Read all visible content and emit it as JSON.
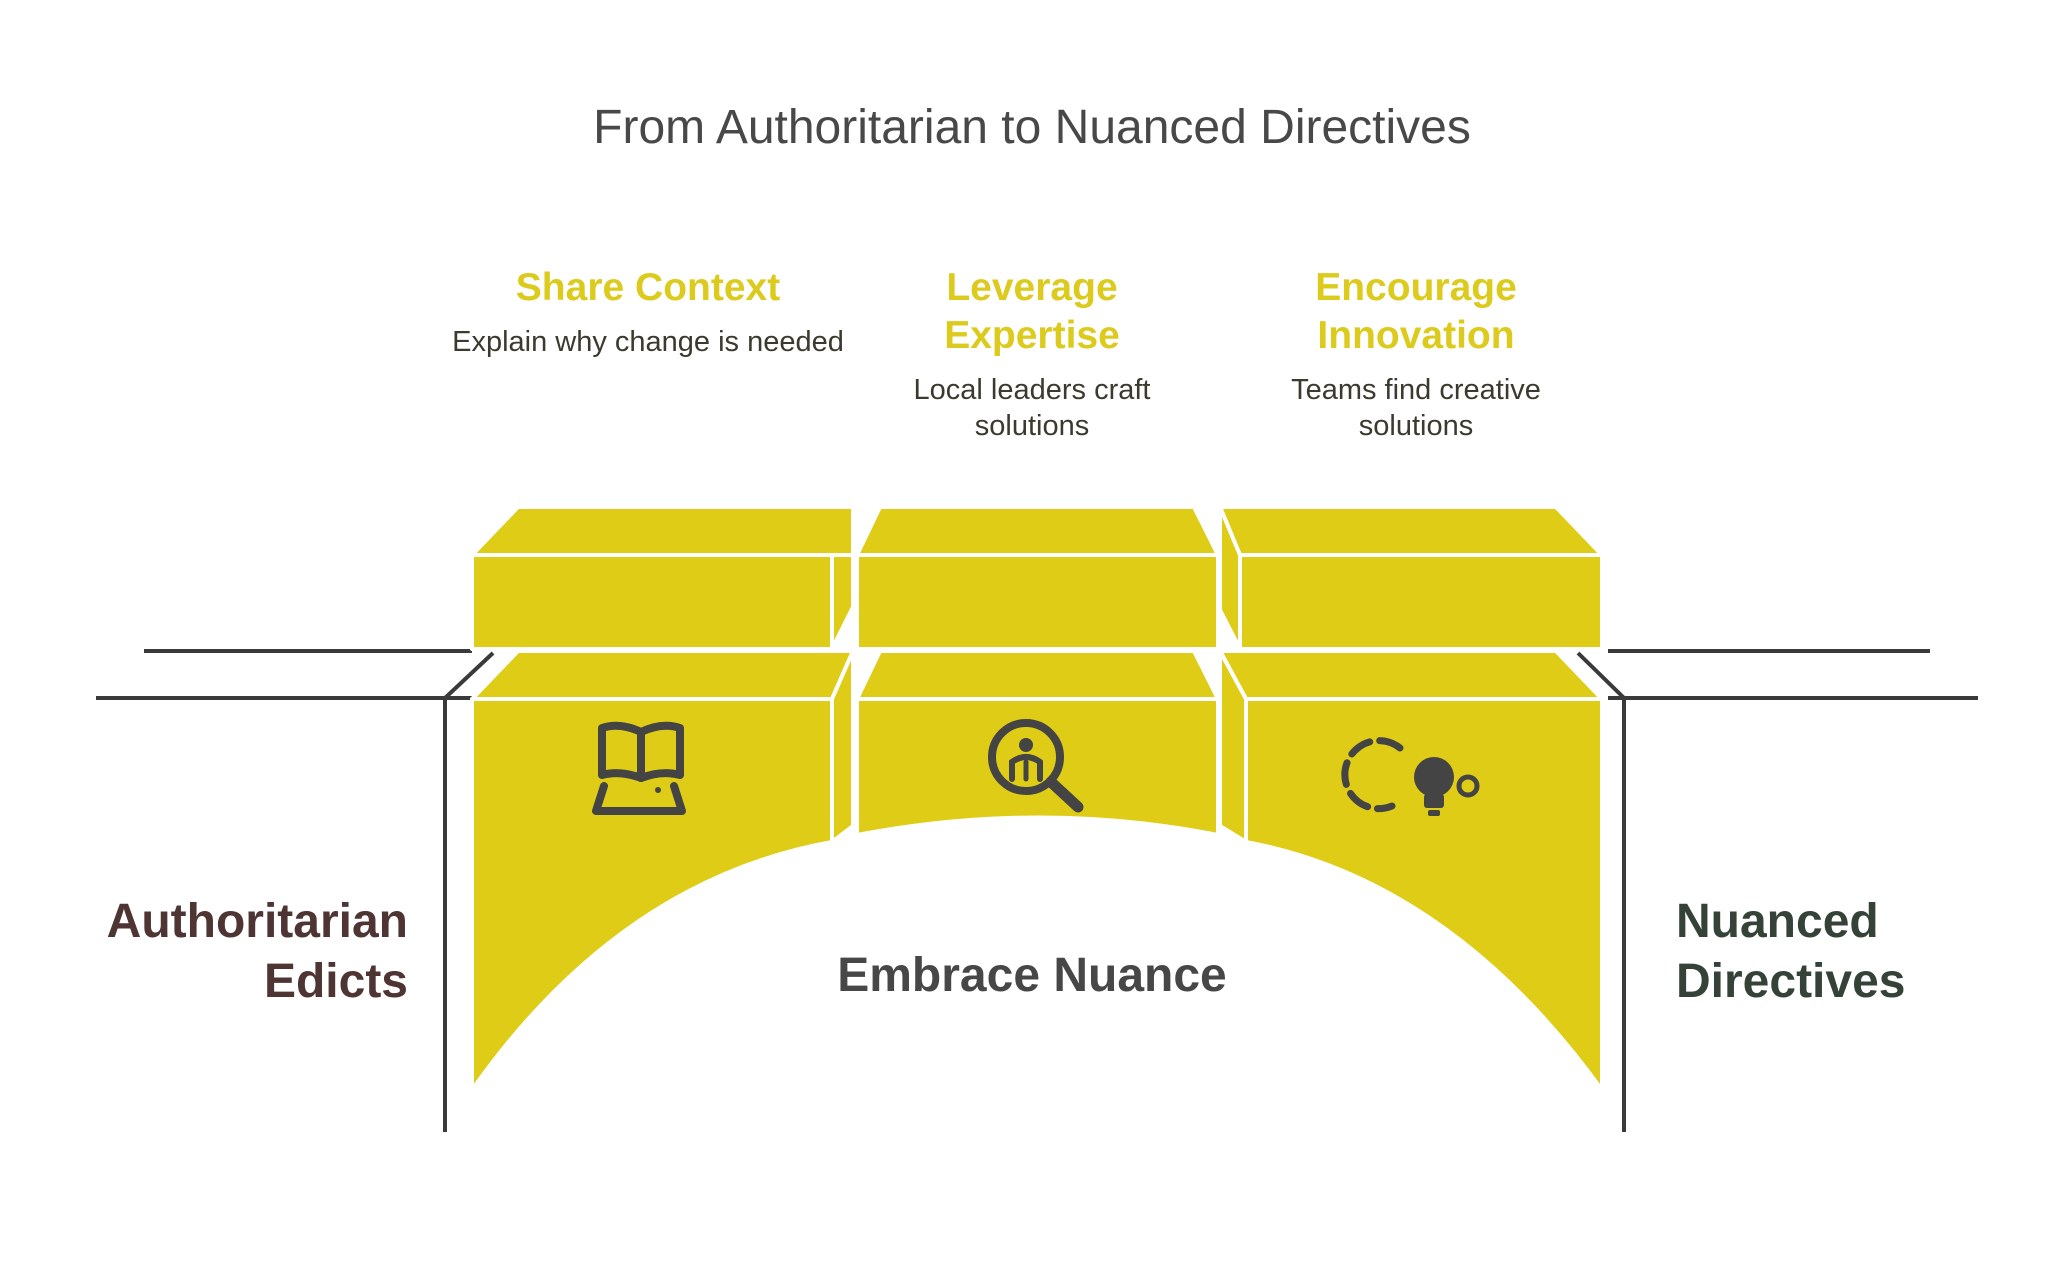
{
  "title": "From Authoritarian to Nuanced Directives",
  "left_label": "Authoritarian Edicts",
  "right_label": "Nuanced Directives",
  "center_label": "Embrace Nuance",
  "steps": [
    {
      "title": "Share Context",
      "description": "Explain why change is needed",
      "icon": "open-book-tablet-icon"
    },
    {
      "title": "Leverage Expertise",
      "description": "Local leaders craft solutions",
      "icon": "magnifier-expertise-icon"
    },
    {
      "title": "Encourage Innovation",
      "description": "Teams find creative solutions",
      "icon": "lightbulb-refresh-icon"
    }
  ],
  "colors": {
    "block_fill": "#dfcc16",
    "step_title": "#dccb1c",
    "left_label": "#4f3434",
    "right_label": "#344238",
    "line": "#3a3a3a",
    "icon": "#444444"
  }
}
